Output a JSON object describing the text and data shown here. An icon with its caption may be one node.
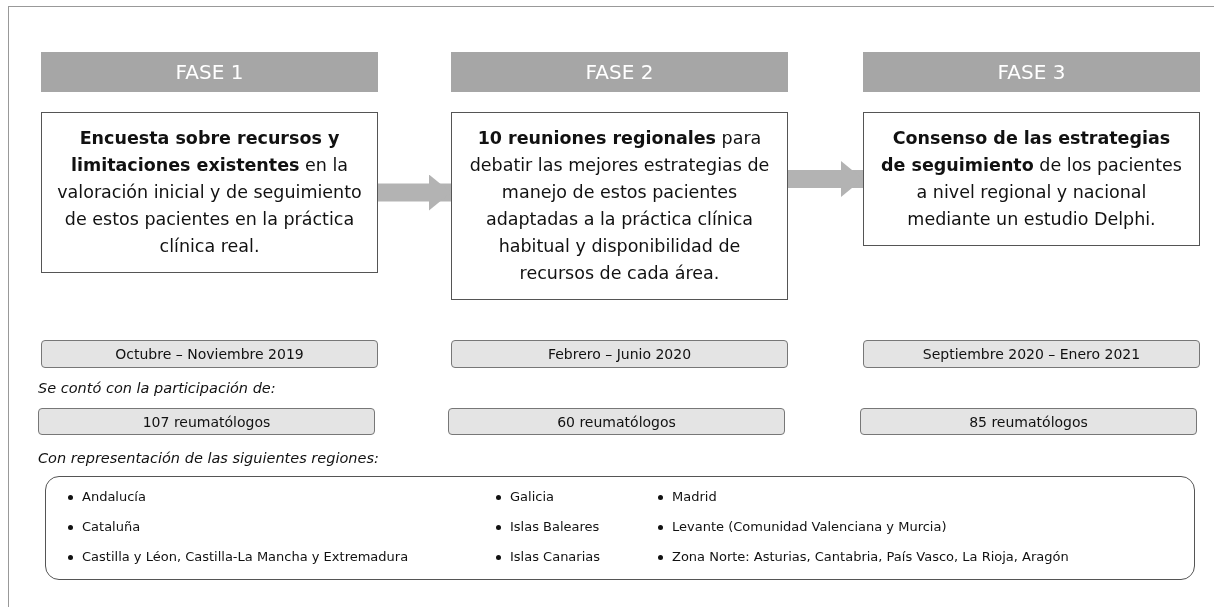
{
  "diagram": {
    "nodes": [
      {
        "text": [
          "FASE 1"
        ]
      },
      {
        "text": [
          "FASE 2"
        ]
      },
      {
        "text": [
          "FASE 3"
        ]
      },
      {
        "text": [
          "**Encuesta sobre recursos y limitaciones existentes** en la valoración inicial y de seguimiento de estos pacientes en la práctica clínica real."
        ]
      },
      {
        "text": [
          "**10 reuniones regionales** para debatir las mejores estrategias de manejo de estos pacientes adaptadas a la práctica clínica habitual y disponibilidad de recursos de cada área."
        ]
      },
      {
        "text": [
          "**Consenso de las estrategias de seguimiento** de los pacientes a nivel regional y nacional mediante un estudio Delphi."
        ]
      },
      {
        "text": [
          "Octubre – Noviembre 2019"
        ]
      },
      {
        "text": [
          "Febrero – Junio 2020"
        ]
      },
      {
        "text": [
          "Septiembre 2020 – Enero 2021"
        ]
      },
      {
        "text": [
          "107 reumatólogos"
        ]
      },
      {
        "text": [
          "60 reumatólogos"
        ]
      },
      {
        "text": [
          "85 reumatólogos"
        ]
      },
      {
        "text": [
          "Andalucía",
          "Galicia",
          "Madrid",
          "Cataluña",
          "Islas Baleares",
          "Levante (Comunidad Valenciana y Murcia)",
          "Castilla y Léon, Castilla-La Mancha y Extremadura",
          "Islas Canarias",
          "Zona Norte: Asturias, Cantabria, País Vasco, La Rioja, Aragón"
        ]
      }
    ],
    "edges": [
      {
        "from": 3,
        "to": 4,
        "arrow": "to"
      },
      {
        "from": 4,
        "to": 5,
        "arrow": "to"
      }
    ],
    "labels": [
      "Se contó con la participación de:",
      "Con representación de las siguientes regiones:"
    ]
  }
}
